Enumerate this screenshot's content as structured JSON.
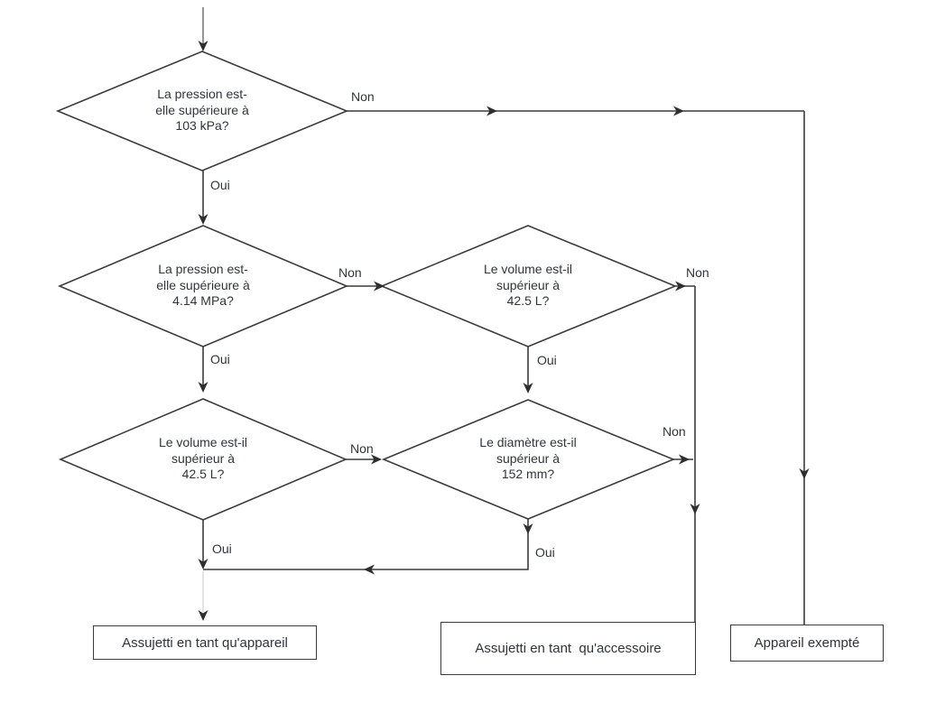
{
  "diagram": {
    "type": "flowchart",
    "language": "fr",
    "colors": {
      "background": "#ffffff",
      "line": "#3c3c3c",
      "faint_line": "#c8c8c8",
      "text": "#32343c"
    },
    "decisions": [
      {
        "id": "pressure-103kpa",
        "label": "La pression est-\nelle supérieure à\n103 kPa?",
        "yes": "Oui",
        "no": "Non"
      },
      {
        "id": "pressure-414mpa",
        "label": "La pression est-\nelle supérieure à\n4.14 MPa?",
        "yes": "Oui",
        "no": "Non"
      },
      {
        "id": "volume-425l-left",
        "label": "Le volume est-il\nsupérieur à\n42.5 L?",
        "yes": "Oui",
        "no": "Non"
      },
      {
        "id": "volume-425l-right",
        "label": "Le volume est-il\nsupérieur à\n42.5 L?",
        "yes": "Oui",
        "no": "Non"
      },
      {
        "id": "diameter-152mm",
        "label": "Le diamètre est-il\nsupérieur à\n152 mm?",
        "yes": "Oui",
        "no": "Non"
      }
    ],
    "terminals": [
      {
        "id": "subject-as-appareil",
        "label": "Assujetti en tant qu'appareil"
      },
      {
        "id": "subject-as-accessoire",
        "label": "Assujetti en tant  qu'accessoire"
      },
      {
        "id": "exempt",
        "label": "Appareil exempté"
      }
    ]
  }
}
